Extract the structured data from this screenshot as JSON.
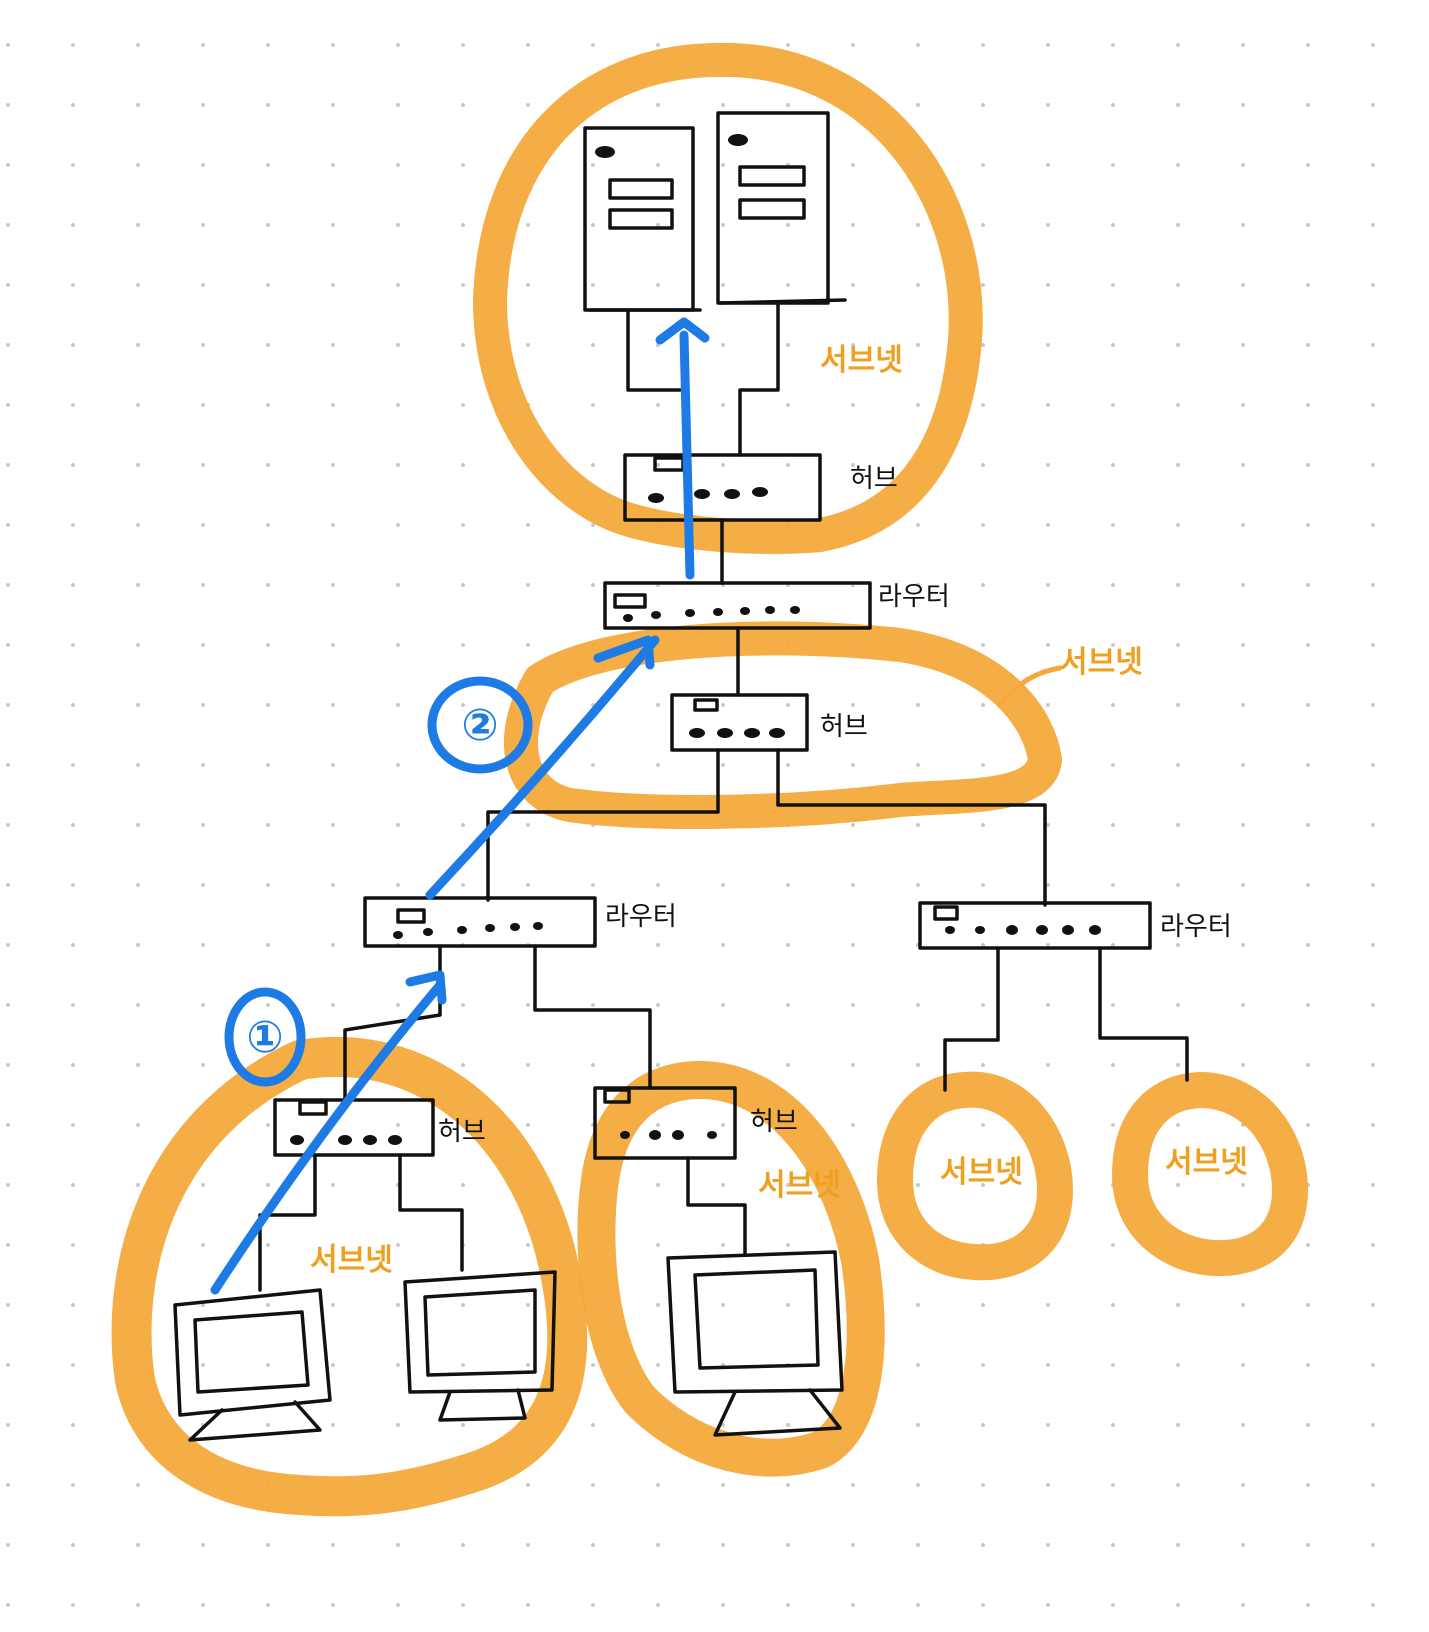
{
  "colors": {
    "subnet_highlight": "#F4A93C",
    "path_arrow": "#1E7BE6",
    "ink": "#111111",
    "grid_dot": "#c8c8c8"
  },
  "labels": {
    "subnet": "서브넷",
    "hub": "허브",
    "router": "라우터",
    "step_1": "①",
    "step_2": "②"
  },
  "icons": [
    "server-icon",
    "hub-icon",
    "router-icon",
    "monitor-icon"
  ]
}
